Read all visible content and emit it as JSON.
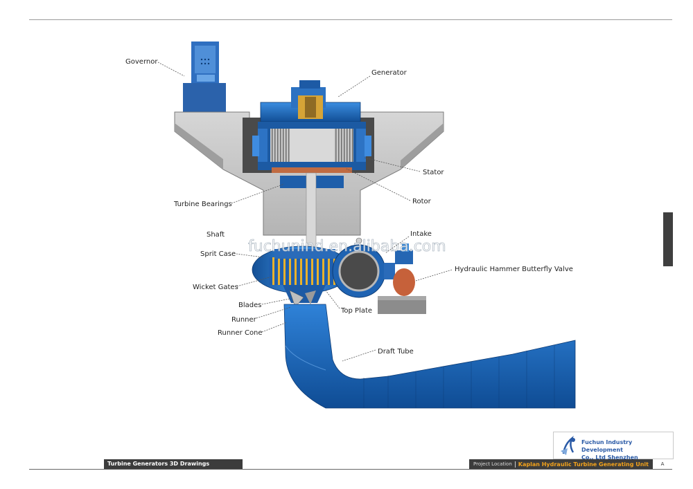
{
  "labels": {
    "governor": "Governor",
    "generator": "Generator",
    "stator": "Stator",
    "rotor": "Rotor",
    "turbine_bearings": "Turbine Bearings",
    "shaft": "Shaft",
    "intake": "Intake",
    "sprit_case": "Sprit Case",
    "wicket_gates": "Wicket Gates",
    "blades": "Blades",
    "runner": "Runner",
    "runner_cone": "Runner Cone",
    "top_plate": "Top Plate",
    "draft_tube": "Draft Tube",
    "hydraulic_valve": "Hydraulic Hammer Butterfly Valve"
  },
  "watermark": "fuchunind.en.alibaba.com",
  "footer": {
    "title": "Turbine Generators 3D Drawings",
    "location": "Project Location",
    "project": "Kaplan Hydraulic Turbine Generating Unit",
    "page": "A"
  },
  "company": {
    "name_line1": "Fuchun Industry Development",
    "name_line2": "Co., Ltd Shenzhen"
  },
  "colors": {
    "machine_blue": "#1f67b8",
    "concrete": "#c8c8c8",
    "project_orange": "#f3a21b"
  }
}
